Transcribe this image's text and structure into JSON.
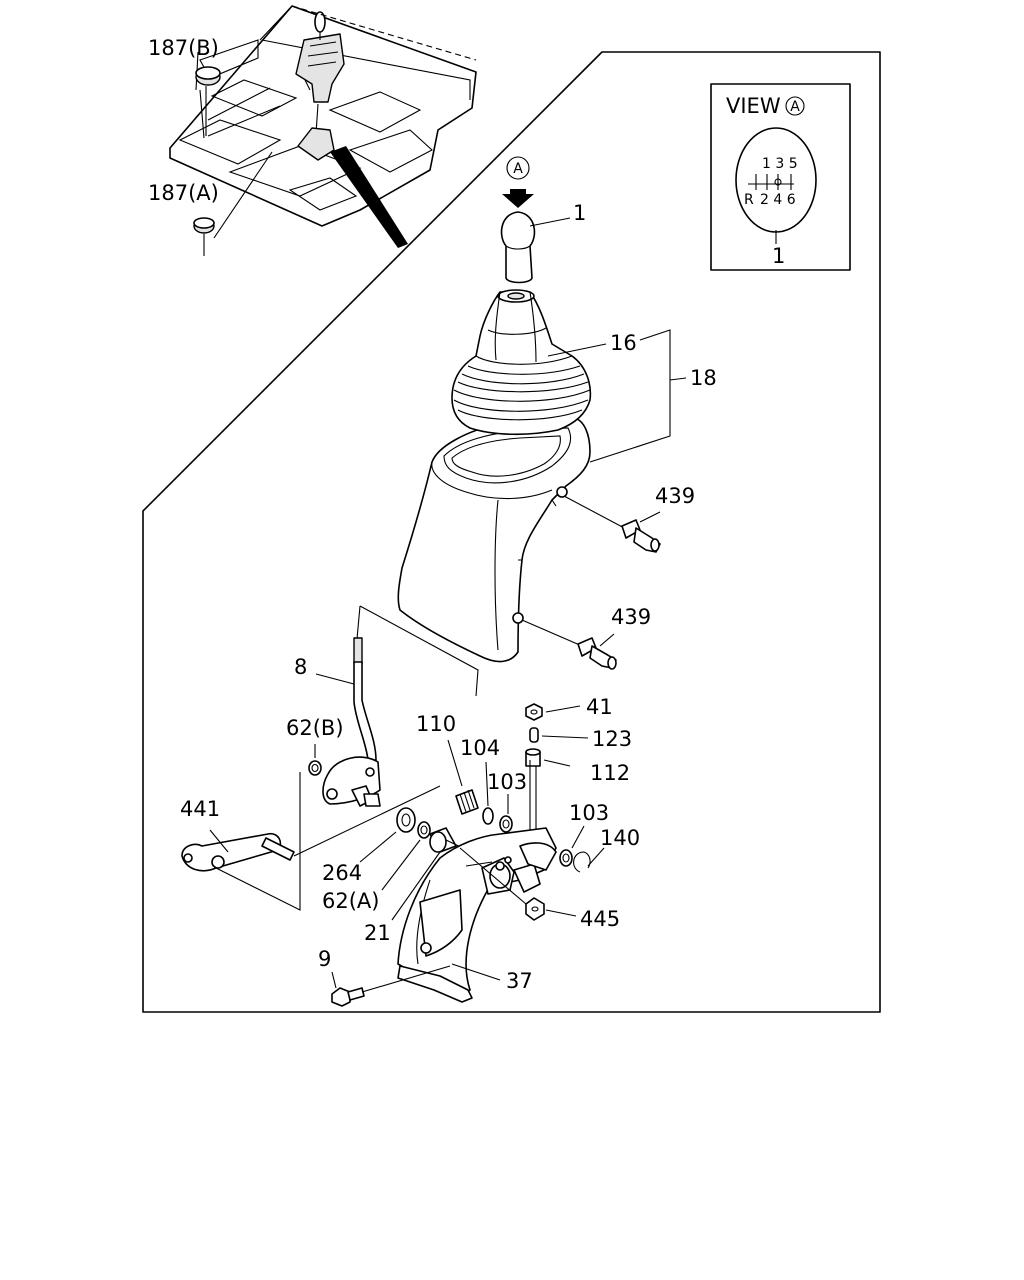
{
  "diagram": {
    "view_label": "VIEW",
    "view_marker": "A",
    "view_marker_top": "A",
    "shift_pattern": {
      "top": "1 3 5",
      "bottom_r": "R",
      "bottom": "2 4 6"
    },
    "callouts": {
      "c187b": "187(B)",
      "c187a": "187(A)",
      "c1": "1",
      "c1_view": "1",
      "c16": "16",
      "c18": "18",
      "c439a": "439",
      "c439b": "439",
      "c8": "8",
      "c62b": "62(B)",
      "c110": "110",
      "c104": "104",
      "c103a": "103",
      "c41": "41",
      "c123": "123",
      "c112": "112",
      "c103b": "103",
      "c140": "140",
      "c441": "441",
      "c264": "264",
      "c62a": "62(A)",
      "c21": "21",
      "c445": "445",
      "c9": "9",
      "c37": "37"
    }
  }
}
